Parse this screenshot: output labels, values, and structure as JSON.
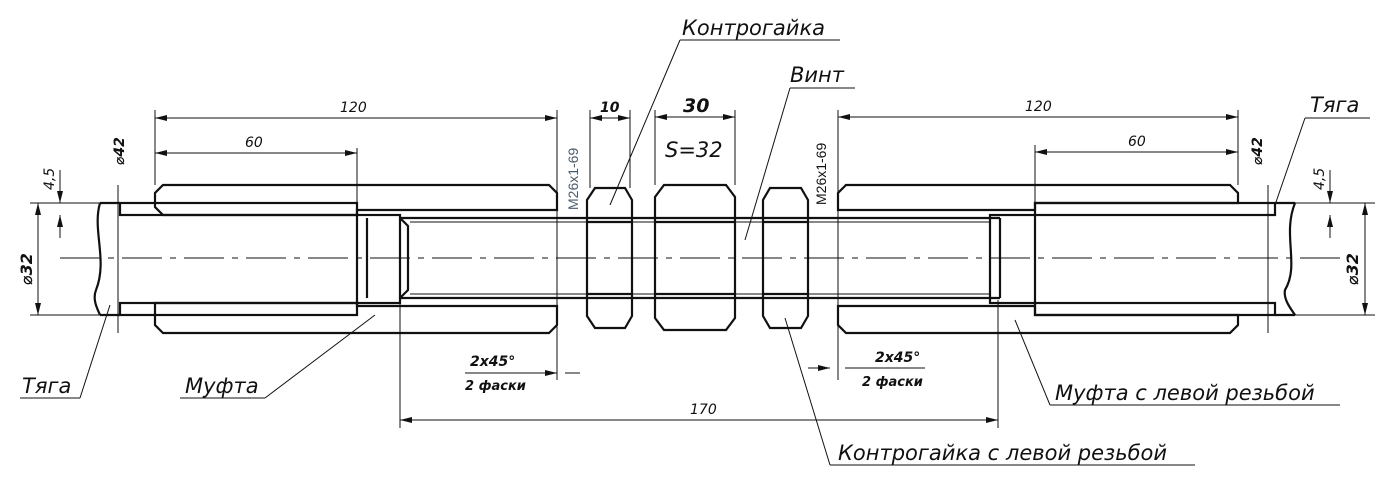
{
  "labels": {
    "locknut": "Контрогайка",
    "screw": "Винт",
    "rod_right": "Тяга",
    "rod_left": "Тяга",
    "coupling": "Муфта",
    "coupling_left_thread": "Муфта с левой резьбой",
    "locknut_left_thread": "Контрогайка с левой резьбой"
  },
  "dimensions": {
    "left_length": "120",
    "left_inner": "60",
    "nut_thickness": "10",
    "big_nut_length": "30",
    "wrench_size": "S=32",
    "right_length": "120",
    "right_inner": "60",
    "overall": "170",
    "dia_outer_left": "⌀42",
    "dia_outer_right": "⌀42",
    "wall_left": "4,5",
    "wall_right": "4,5",
    "dia_rod_left": "⌀32",
    "dia_rod_right": "⌀32",
    "chamfer_left": "2x45°",
    "chamfer_left_note": "2 фаски",
    "chamfer_right": "2x45°",
    "chamfer_right_note": "2 фаски",
    "thread_left": "M26x1-69",
    "thread_right": "M26x1-69"
  },
  "colors": {
    "line": "#111111",
    "thread_text": "#4a5a6a"
  }
}
